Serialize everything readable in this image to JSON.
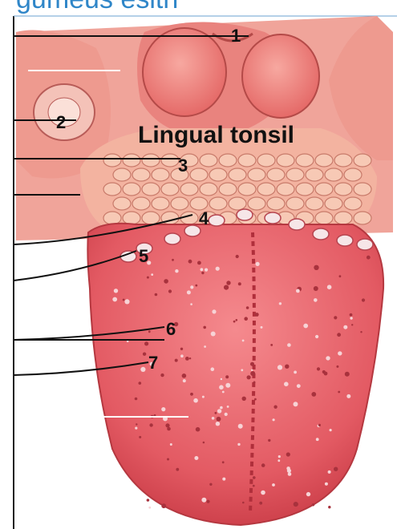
{
  "figure": {
    "header_fragment": "gumeus esith",
    "callout_label": "Lingual tonsil",
    "numbers": [
      "1",
      "2",
      "3",
      "4",
      "5",
      "6",
      "7"
    ]
  },
  "colors": {
    "tongue": "#e35a63",
    "tongue_dark": "#c83a45",
    "tonsil": "#f2b6a0",
    "epiglottis": "#f07f7c",
    "accent_blue": "#2f86c8"
  }
}
